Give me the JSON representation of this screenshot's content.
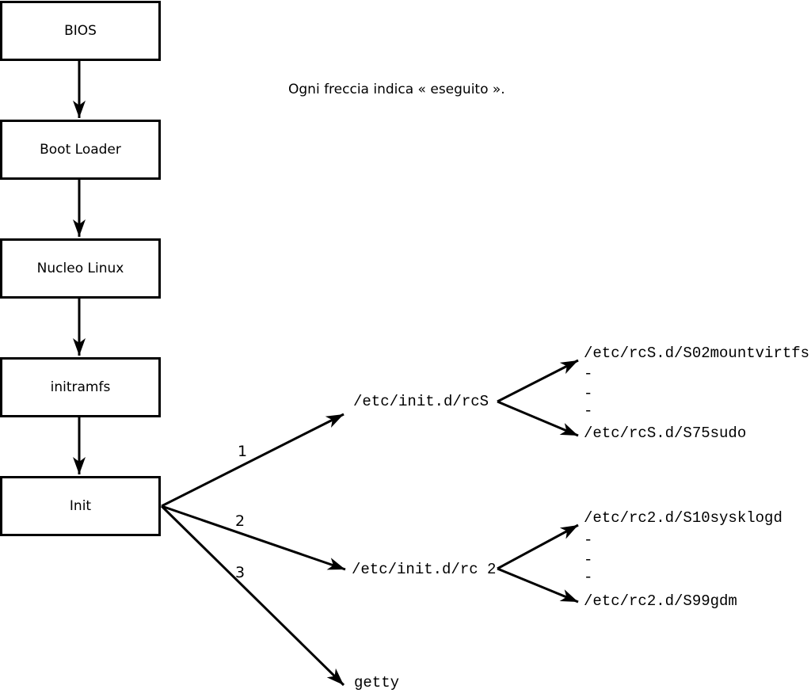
{
  "diagram": {
    "caption": "Ogni freccia indica « eseguito ».",
    "boot_chain": [
      {
        "label": "BIOS"
      },
      {
        "label": "Boot Loader"
      },
      {
        "label": "Nucleo Linux"
      },
      {
        "label": "initramfs"
      },
      {
        "label": "Init"
      }
    ],
    "init_branches": [
      {
        "order": "1",
        "target": "/etc/init.d/rcS"
      },
      {
        "order": "2",
        "target": "/etc/init.d/rc 2"
      },
      {
        "order": "3",
        "target": "getty"
      }
    ],
    "rcS_expansion": {
      "first": "/etc/rcS.d/S02mountvirtfs",
      "dots": [
        "-",
        "-",
        "-"
      ],
      "last": "/etc/rcS.d/S75sudo"
    },
    "rc2_expansion": {
      "first": "/etc/rc2.d/S10sysklogd",
      "dots": [
        "-",
        "-",
        "-"
      ],
      "last": "/etc/rc2.d/S99gdm"
    },
    "colors": {
      "line": "#000000",
      "background": "#ffffff",
      "text": "#000000"
    }
  }
}
